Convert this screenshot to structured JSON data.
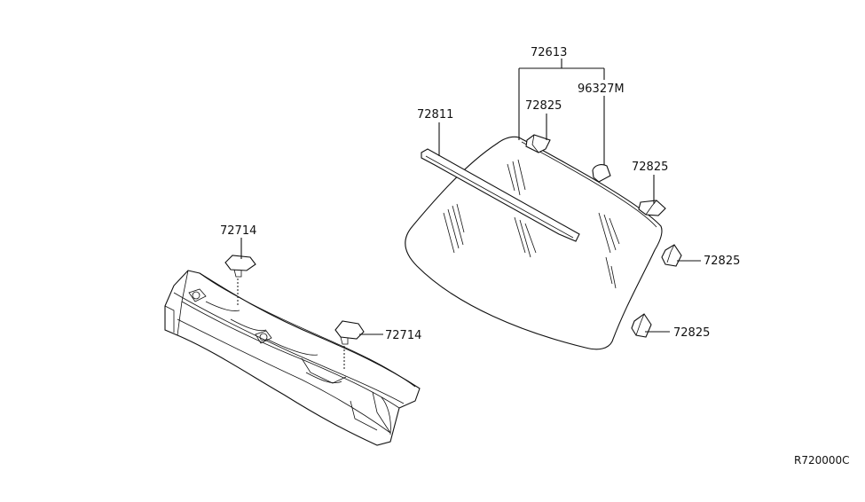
{
  "parts": {
    "p72613": "72613",
    "p96327m": "96327M",
    "p72811": "72811",
    "p72825_a": "72825",
    "p72825_b": "72825",
    "p72825_c": "72825",
    "p72825_d": "72825",
    "p72714_a": "72714",
    "p72714_b": "72714"
  },
  "diagram_code": "R720000C"
}
